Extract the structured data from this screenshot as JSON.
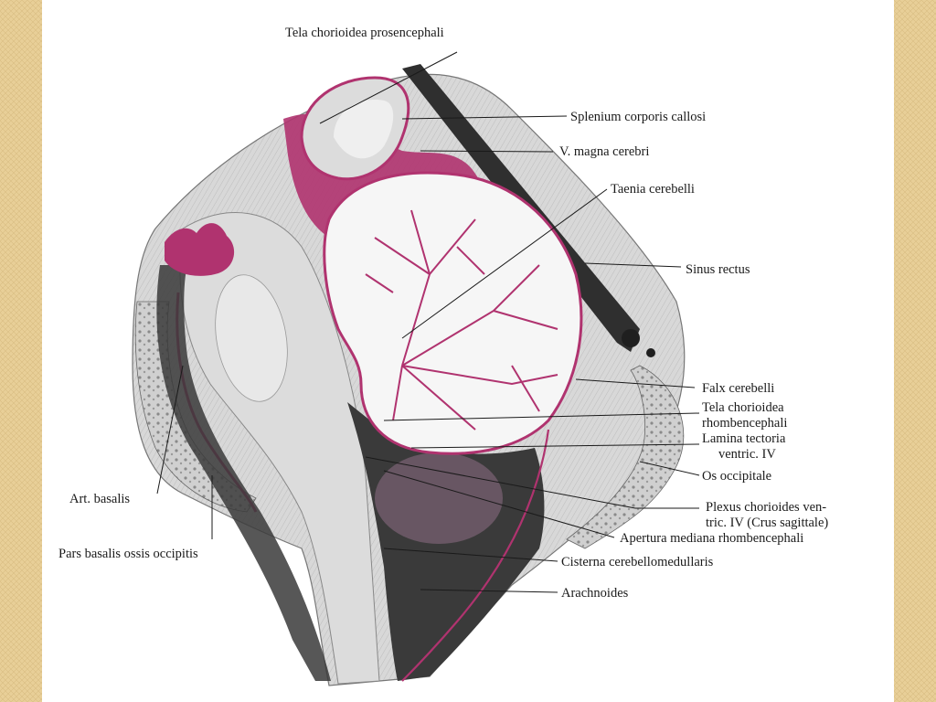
{
  "colors": {
    "frame_tan": "#e8cf98",
    "paper": "#ffffff",
    "membrane_magenta": "#b0336f",
    "tissue_gray": "#c9c9c9",
    "dark_cavity": "#3a3a3a",
    "cerebellum_white": "#f4f4f4"
  },
  "labels": {
    "tela_prosencephali": "Tela chorioidea prosencephali",
    "splenium": "Splenium corporis callosi",
    "v_magna": "V. magna cerebri",
    "taenia": "Taenia cerebelli",
    "sinus_rectus": "Sinus rectus",
    "falx": "Falx cerebelli",
    "tela_rhomb_1": "Tela chorioidea",
    "tela_rhomb_2": "rhombencephali",
    "lamina_1": "Lamina tectoria",
    "lamina_2": "ventric. IV",
    "os_occipitale": "Os occipitale",
    "plexus_1": "Plexus chorioides ven-",
    "plexus_2": "tric. IV (Crus sagittale)",
    "apertura": "Apertura mediana rhombencephali",
    "cisterna": "Cisterna cerebellomedullaris",
    "arachnoides": "Arachnoides",
    "art_basalis": "Art. basalis",
    "pars_basalis": "Pars basalis ossis occipitis"
  }
}
